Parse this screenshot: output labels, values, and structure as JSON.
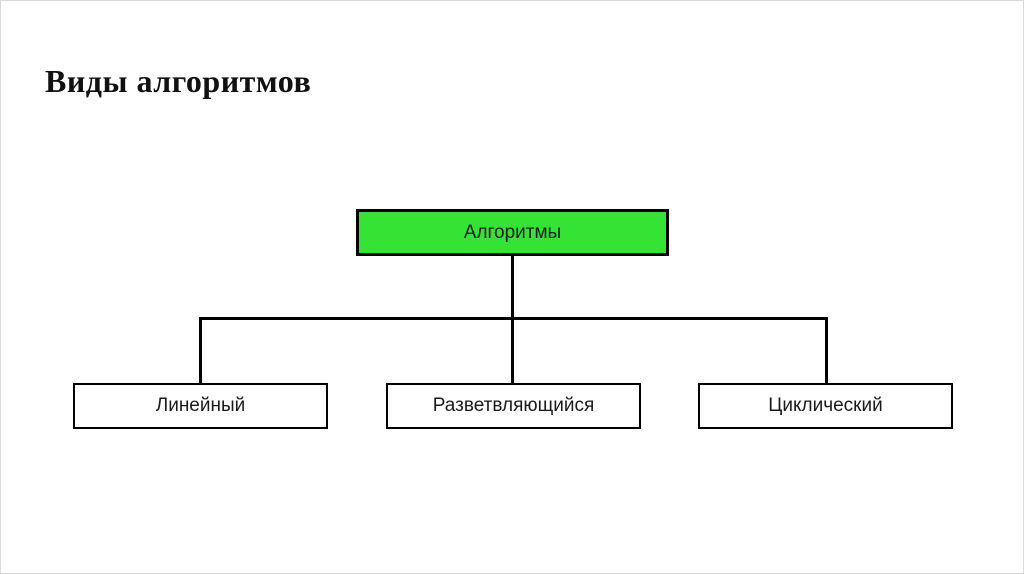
{
  "slide": {
    "title": "Виды алгоритмов"
  },
  "colors": {
    "root_fill": "#35e335",
    "line": "#000000",
    "border": "#000000"
  },
  "diagram": {
    "root": {
      "label": "Алгоритмы"
    },
    "children": [
      {
        "label": "Линейный"
      },
      {
        "label": "Разветвляющийся"
      },
      {
        "label": "Циклический"
      }
    ]
  }
}
